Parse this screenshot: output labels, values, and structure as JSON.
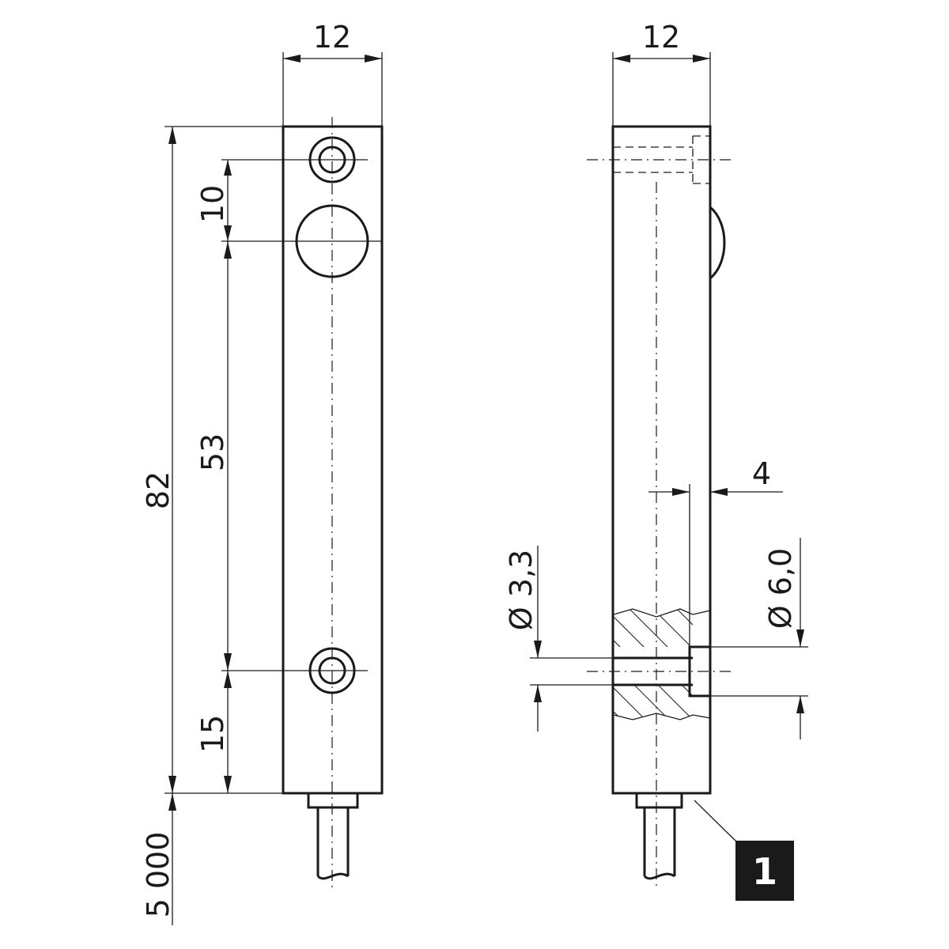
{
  "front_view": {
    "width_dim": "12",
    "overall_length_dim": "82",
    "hole_spacing_dim": "53",
    "top_offset_dim": "10",
    "bottom_offset_dim": "15",
    "cable_length_dim": "5 000"
  },
  "side_view": {
    "width_dim": "12",
    "counterbore_depth_dim": "4",
    "hole_diameter_dim": "Ø 3,3",
    "counterbore_diameter_dim": "Ø 6,0"
  },
  "callout": {
    "label": "1"
  }
}
